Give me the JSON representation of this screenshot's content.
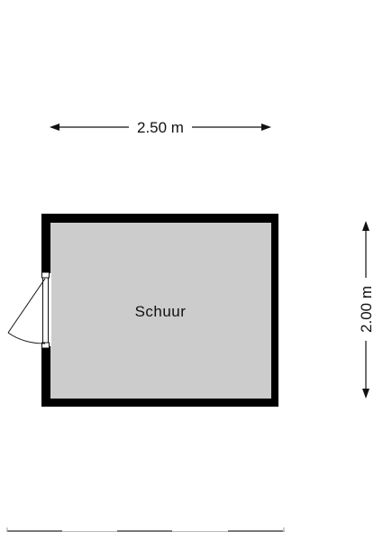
{
  "dimensions": {
    "width_label": "2.50 m",
    "height_label": "2.00 m"
  },
  "room": {
    "name": "Schuur"
  },
  "colors": {
    "wall": "#000000",
    "floor": "#cccccc",
    "line": "#111111"
  }
}
